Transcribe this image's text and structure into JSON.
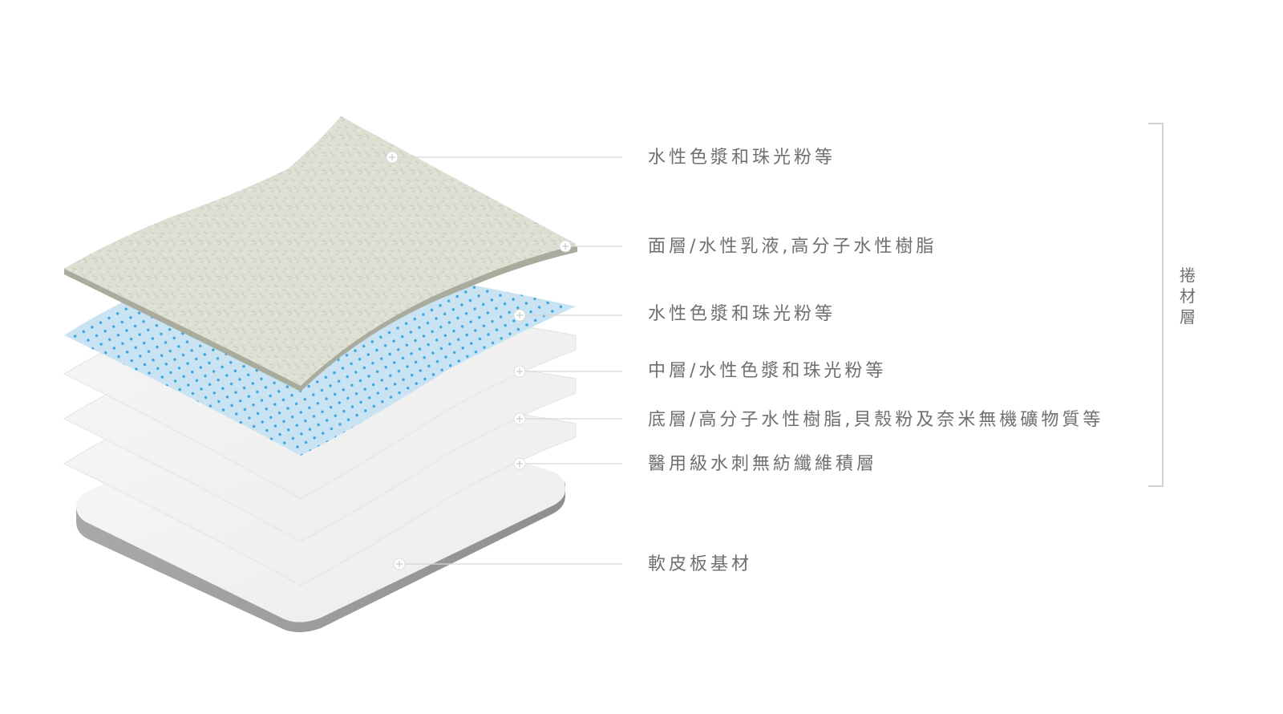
{
  "layers": [
    {
      "id": "top-coating",
      "label": "水性色漿和珠光粉等"
    },
    {
      "id": "surface-layer",
      "label": "面層/水性乳液,高分子水性樹脂"
    },
    {
      "id": "pigment-layer",
      "label": "水性色漿和珠光粉等"
    },
    {
      "id": "middle-layer",
      "label": "中層/水性色漿和珠光粉等"
    },
    {
      "id": "bottom-layer",
      "label": "底層/高分子水性樹脂,貝殼粉及奈米無機礦物質等"
    },
    {
      "id": "nonwoven-layer",
      "label": "醫用級水刺無紡纖維積層"
    },
    {
      "id": "base-board",
      "label": "軟皮板基材"
    }
  ],
  "group": {
    "chars": [
      "捲",
      "材",
      "層"
    ]
  },
  "colors": {
    "top_sheet": "#dcdfd2",
    "top_sheet_edge": "#a9ac9c",
    "dotted_sheet": "#c9e3f3",
    "dots": "#3aa6e0",
    "white_sheet": "#f3f3f3",
    "base_top": "#f2f2f2",
    "base_side": "#9a9a9a",
    "text": "#6f6f6f"
  },
  "icons": {
    "marker": "plus-circle-icon"
  }
}
